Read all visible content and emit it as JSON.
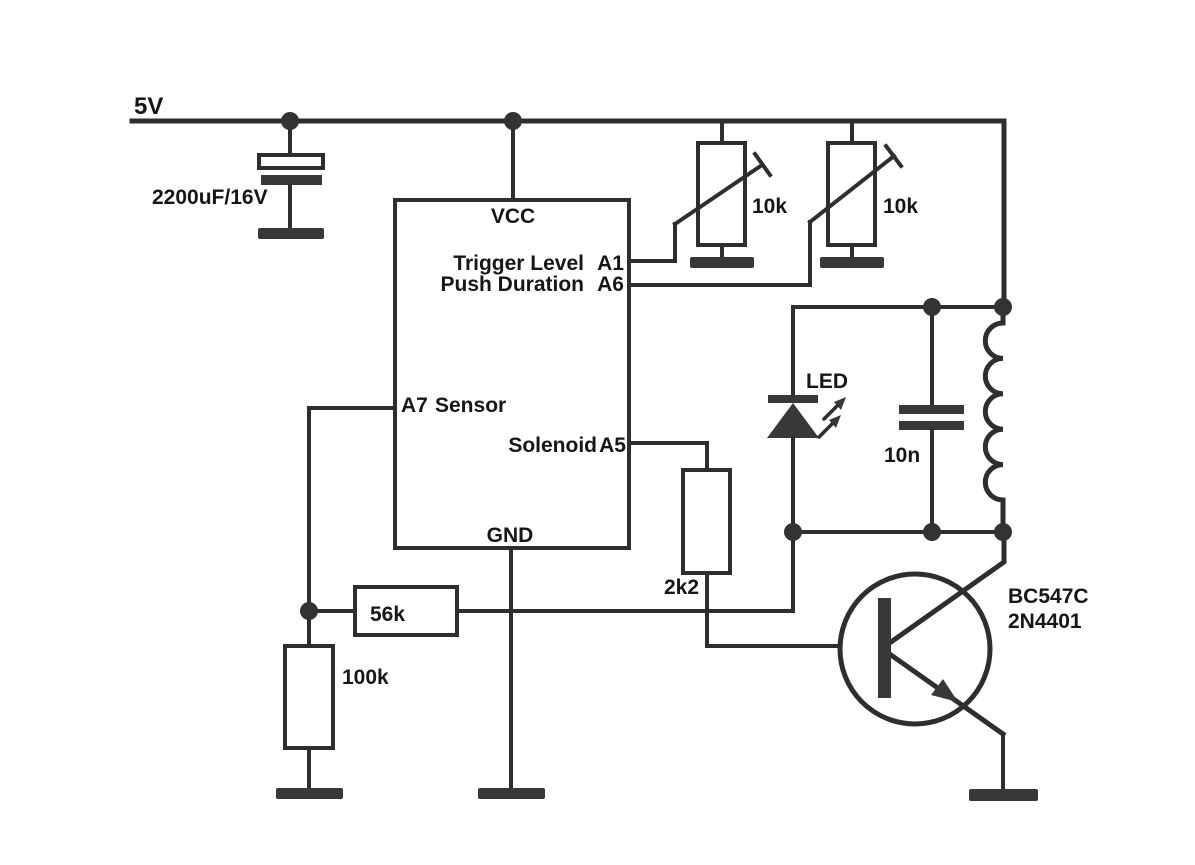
{
  "diagram": {
    "type": "circuit-schematic",
    "background": "#ffffff",
    "ink_color": "#2e2e2e",
    "text_color": "#161616"
  },
  "power": {
    "rail_label": "5V"
  },
  "components": {
    "bulk_capacitor": {
      "value": "2200uF/16V"
    },
    "controller": {
      "vcc_label": "VCC",
      "gnd_label": "GND",
      "pins": [
        {
          "name": "Trigger Level",
          "pin": "A1"
        },
        {
          "name": "Push Duration",
          "pin": "A6"
        },
        {
          "pin": "A7",
          "name": "Sensor"
        },
        {
          "name": "Solenoid",
          "pin": "A5"
        }
      ]
    },
    "pot_trigger": {
      "value": "10k"
    },
    "pot_duration": {
      "value": "10k"
    },
    "led": {
      "label": "LED"
    },
    "snubber_capacitor": {
      "value": "10n"
    },
    "base_resistor": {
      "value": "2k2"
    },
    "feedback_resistor": {
      "value": "56k"
    },
    "pulldown_resistor": {
      "value": "100k"
    },
    "transistor": {
      "part1": "BC547C",
      "part2": "2N4401"
    }
  }
}
